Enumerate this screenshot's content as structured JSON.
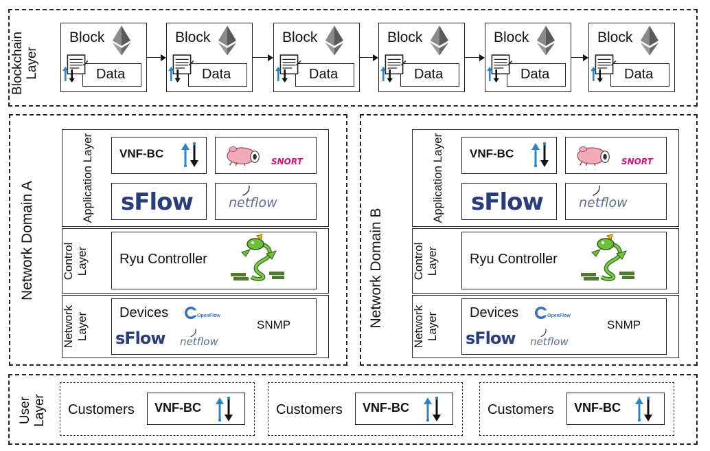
{
  "blockchain_layer": {
    "label": "Blockchain Layer",
    "blocks": [
      {
        "title": "Block",
        "data": "Data"
      },
      {
        "title": "Block",
        "data": "Data"
      },
      {
        "title": "Block",
        "data": "Data"
      },
      {
        "title": "Block",
        "data": "Data"
      },
      {
        "title": "Block",
        "data": "Data"
      },
      {
        "title": "Block",
        "data": "Data"
      }
    ]
  },
  "domain_a": {
    "label": "Network Domain  A",
    "application_layer": {
      "label": "Application Layer",
      "vnf": "VNF-BC",
      "sflow": "sFlow",
      "netflow": "netflow",
      "snort": "SNORT"
    },
    "control_layer": {
      "label": "Control Layer",
      "controller": "Ryu Controller"
    },
    "network_layer": {
      "label": "Network Layer",
      "devices": "Devices",
      "openflow": "OpenFlow",
      "snmp": "SNMP",
      "sflow": "sFlow",
      "netflow": "netflow"
    }
  },
  "domain_b": {
    "label": "Network Domain B",
    "application_layer": {
      "label": "Application Layer",
      "vnf": "VNF-BC",
      "sflow": "sFlow",
      "netflow": "netflow",
      "snort": "SNORT"
    },
    "control_layer": {
      "label": "Control Layer",
      "controller": "Ryu Controller"
    },
    "network_layer": {
      "label": "Network Layer",
      "devices": "Devices",
      "openflow": "OpenFlow",
      "snmp": "SNMP",
      "sflow": "sFlow",
      "netflow": "netflow"
    }
  },
  "user_layer": {
    "label": "User Layer",
    "groups": [
      {
        "customers": "Customers",
        "vnf": "VNF-BC"
      },
      {
        "customers": "Customers",
        "vnf": "VNF-BC"
      },
      {
        "customers": "Customers",
        "vnf": "VNF-BC"
      }
    ]
  },
  "colors": {
    "border": "#222222",
    "accent_blue": "#2e86c1",
    "ethereum": "#6b6b6b",
    "snort_pink": "#d2127a",
    "sflow_blue": "#2a3d7a"
  },
  "icons": [
    "ethereum-icon",
    "document-icon",
    "up-down-arrows-icon",
    "snort-pig-icon",
    "dragon-icon",
    "openflow-icon"
  ]
}
